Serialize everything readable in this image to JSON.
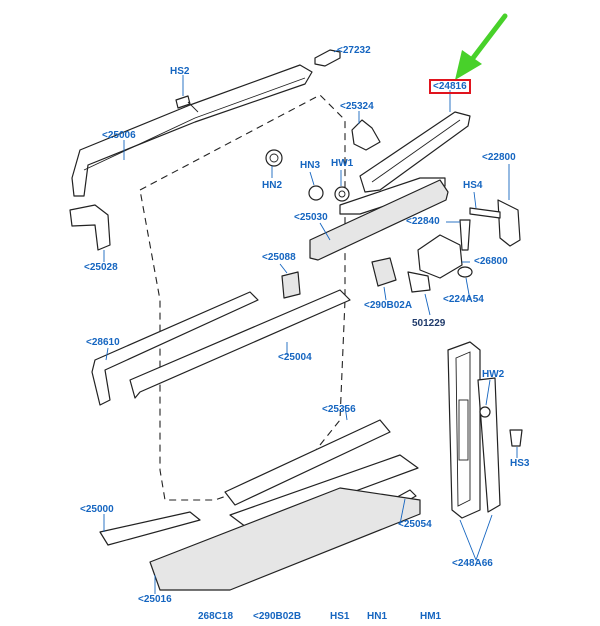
{
  "diagram": {
    "highlight_color": "#e0141e",
    "arrow_color": "#48d12a",
    "label_color": "#1565c0",
    "labels": {
      "l27232": "<27232",
      "hs2": "HS2",
      "l24816": "<24816",
      "l25324": "<25324",
      "l25006": "<25006",
      "hn3": "HN3",
      "hw1": "HW1",
      "hn2": "HN2",
      "l22800": "<22800",
      "hs4": "HS4",
      "l25030": "<25030",
      "l22840": "<22840",
      "l25028": "<25028",
      "l25088": "<25088",
      "l26800": "<26800",
      "l224a54": "<224A54",
      "l290b02a": "<290B02A",
      "n501229": "501229",
      "l28610": "<28610",
      "l25004": "<25004",
      "hw2": "HW2",
      "l25356": "<25356",
      "hs3": "HS3",
      "l25000": "<25000",
      "l25054": "<25054",
      "l248a66": "<248A66",
      "l25016": "<25016"
    },
    "bottom_row": [
      "268C18",
      "<290B02B",
      "HS1",
      "HN1",
      "HM1"
    ]
  }
}
